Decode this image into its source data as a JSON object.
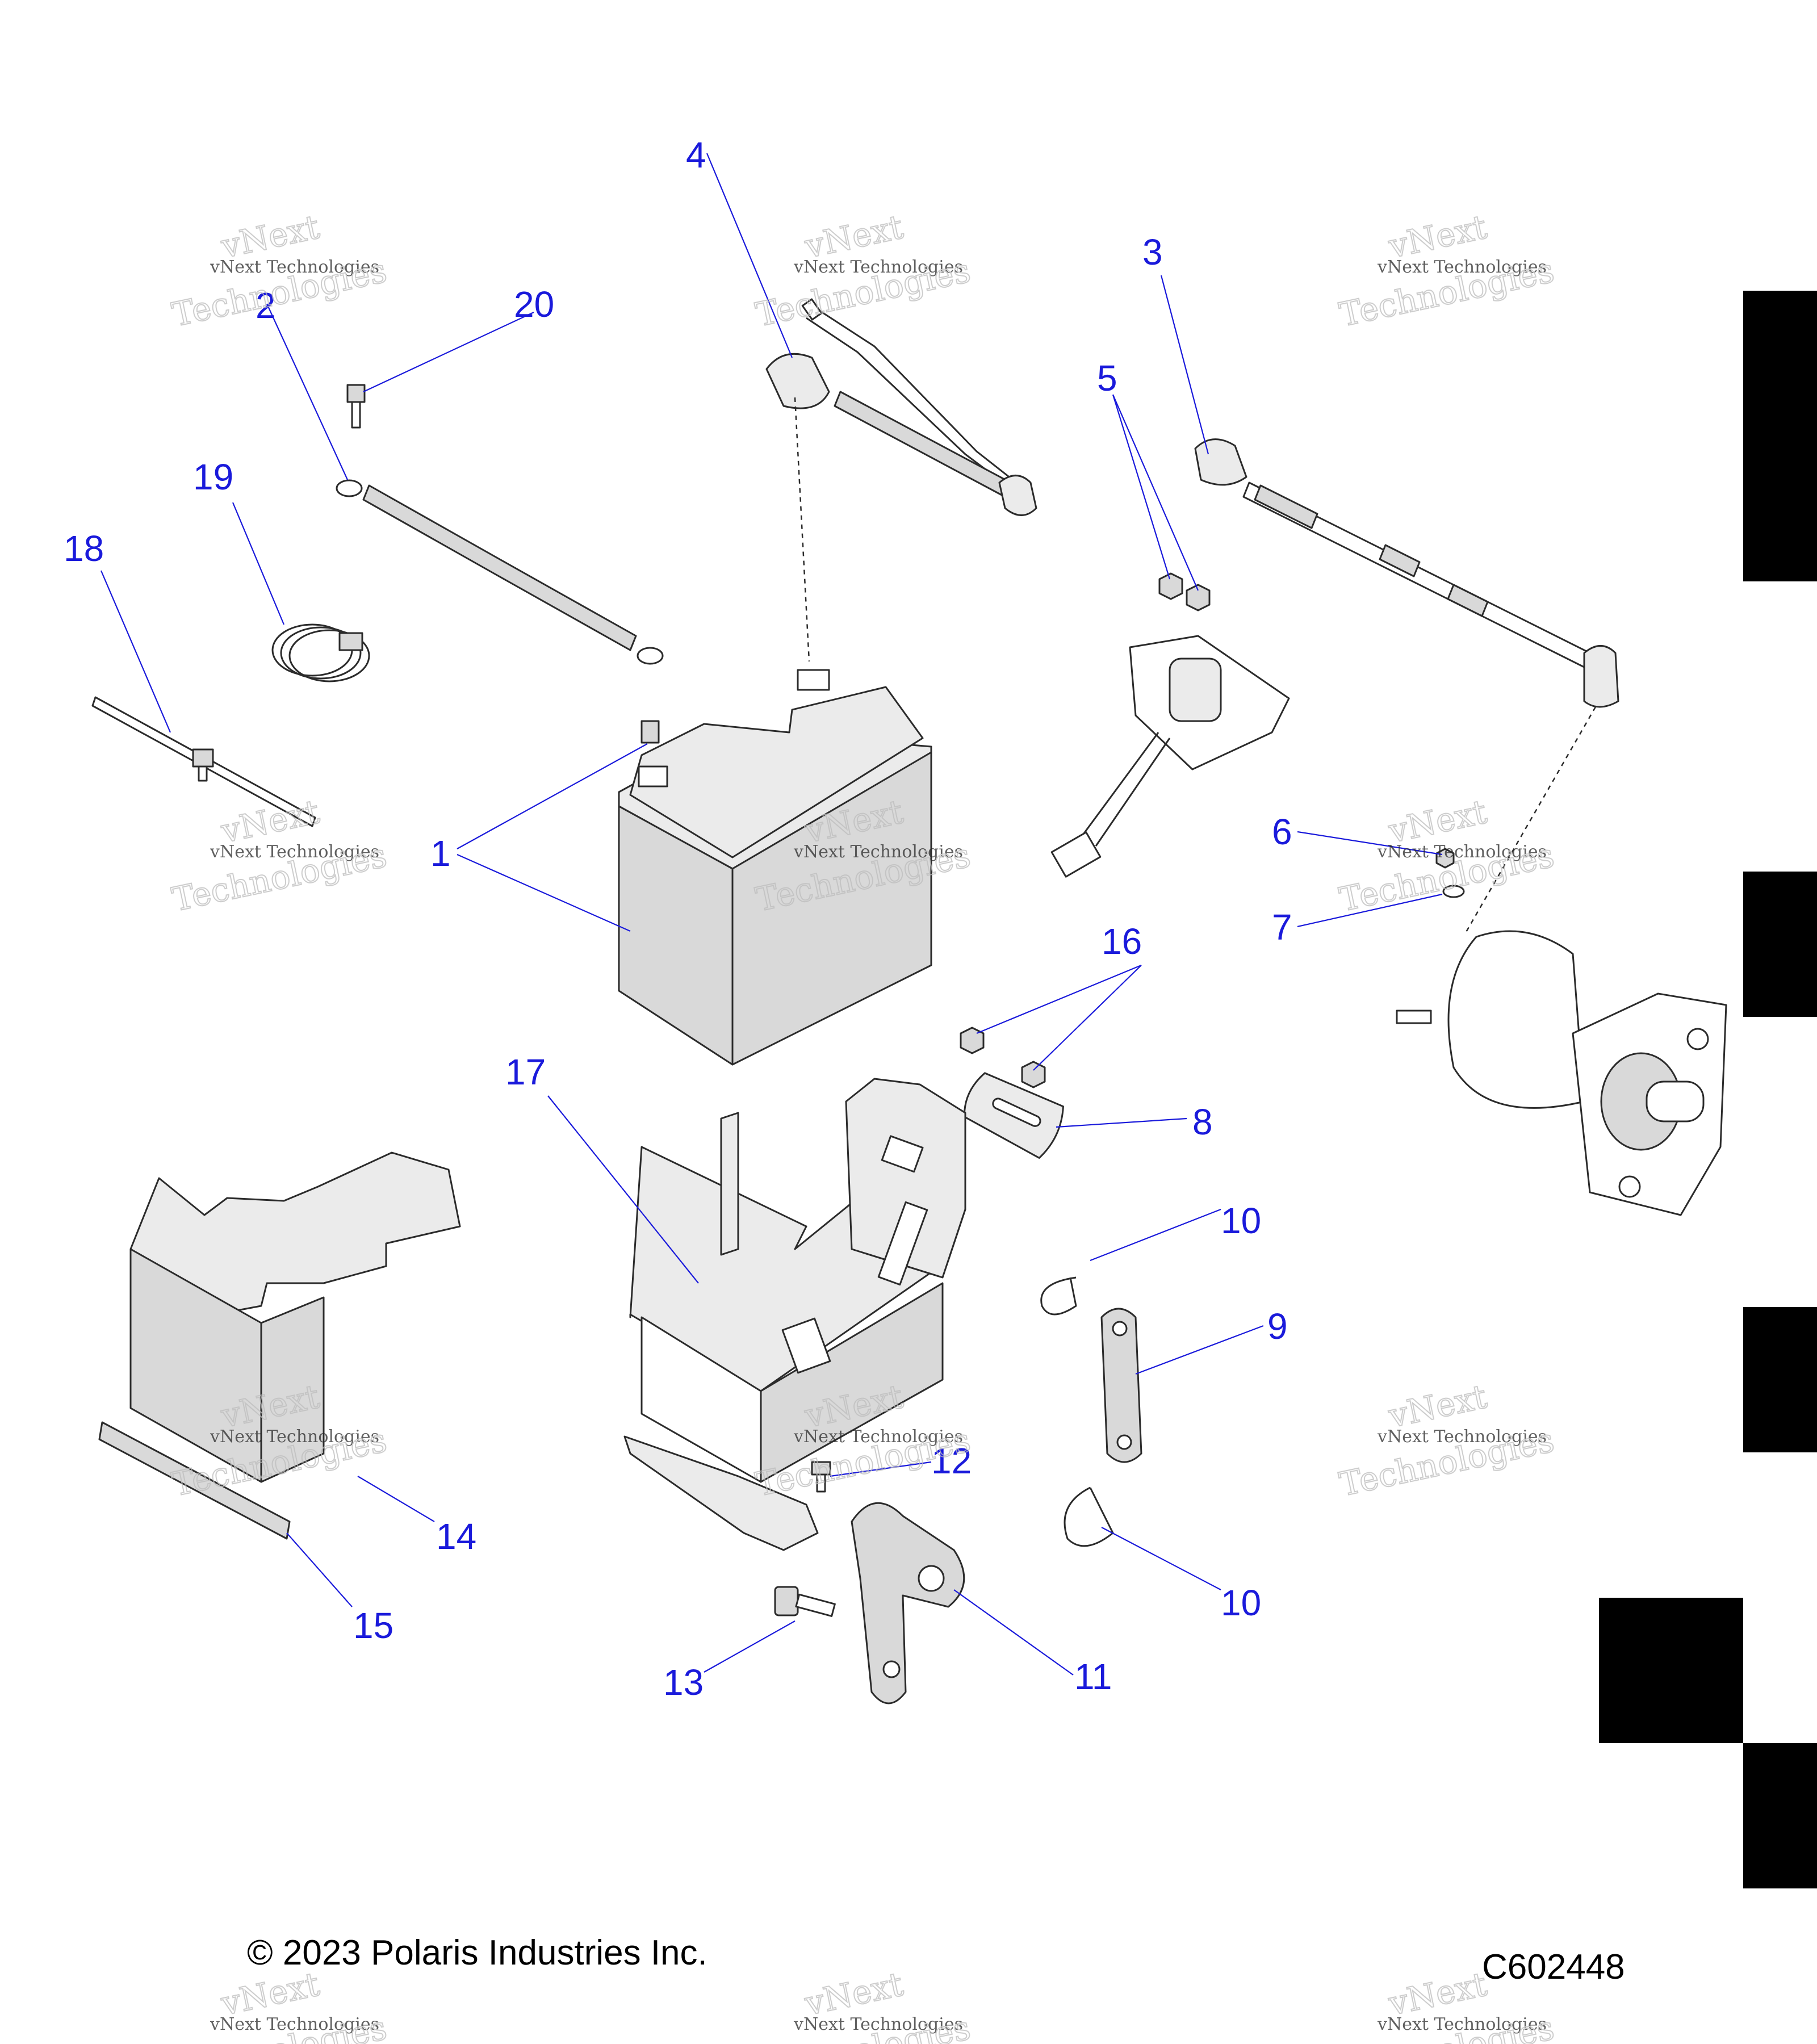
{
  "callouts": {
    "c1": "1",
    "c2": "2",
    "c3": "3",
    "c4": "4",
    "c5": "5",
    "c6": "6",
    "c7": "7",
    "c8": "8",
    "c9": "9",
    "c10a": "10",
    "c10b": "10",
    "c11": "11",
    "c12": "12",
    "c13": "13",
    "c14": "14",
    "c15": "15",
    "c16": "16",
    "c17": "17",
    "c18": "18",
    "c19": "19",
    "c20": "20"
  },
  "watermark": {
    "line1": "vNext",
    "line2": "vNext Technologies",
    "line3": "Technologies"
  },
  "footer": {
    "copyright": "© 2023 Polaris Industries Inc.",
    "drawing_number": "C602448"
  },
  "colors": {
    "callout": "#1a1adb",
    "part_fill": "#d9d9d9",
    "tab_black": "#000000"
  }
}
